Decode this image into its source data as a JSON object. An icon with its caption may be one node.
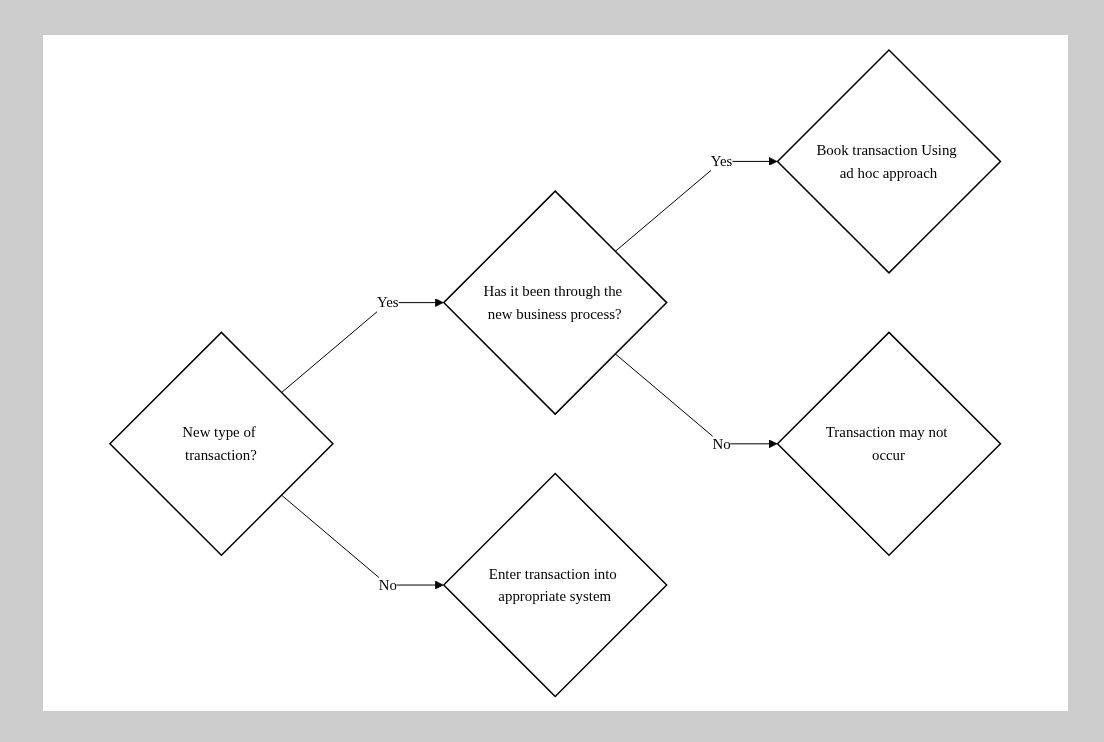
{
  "diagram": {
    "nodes": [
      {
        "text": [
          "New type of transaction?"
        ]
      },
      {
        "text": [
          "Has it been through the new business process?"
        ]
      },
      {
        "text": [
          "Enter transaction into appropriate system"
        ]
      },
      {
        "text": [
          "Book transaction Using ad hoc approach"
        ]
      },
      {
        "text": [
          "Transaction may not occur"
        ]
      }
    ],
    "edges": [
      {
        "from": 0,
        "to": 1,
        "arrow": "to",
        "label": "Yes"
      },
      {
        "from": 0,
        "to": 2,
        "arrow": "to",
        "label": "No"
      },
      {
        "from": 1,
        "to": 3,
        "arrow": "to",
        "label": "Yes"
      },
      {
        "from": 1,
        "to": 4,
        "arrow": "to",
        "label": "No"
      }
    ]
  }
}
